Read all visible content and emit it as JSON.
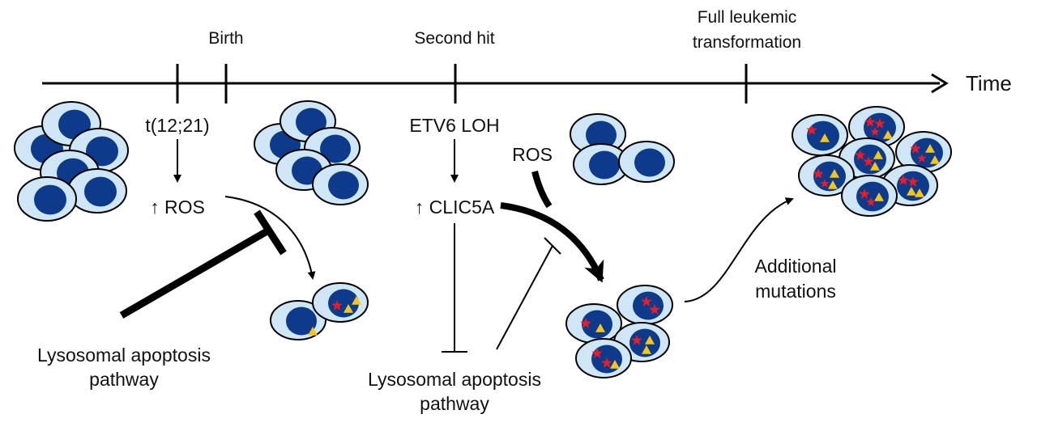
{
  "timeline": {
    "axis_label": "Time",
    "events": [
      {
        "id": "prenatal",
        "label": ""
      },
      {
        "id": "birth",
        "label": "Birth"
      },
      {
        "id": "second-hit",
        "label": "Second hit"
      },
      {
        "id": "full-transformation",
        "label_line1": "Full leukemic",
        "label_line2": "transformation"
      }
    ]
  },
  "labels": {
    "translocation": "t(12;21)",
    "ros_increase": "↑ ROS",
    "etv6_loh": "ETV6 LOH",
    "clic5a_increase": "↑ CLIC5A",
    "ros": "ROS",
    "additional_mutations_line1": "Additional",
    "additional_mutations_line2": "mutations",
    "lysosomal_pathway_1_line1": "Lysosomal apoptosis",
    "lysosomal_pathway_1_line2": "pathway",
    "lysosomal_pathway_2_line1": "Lysosomal apoptosis",
    "lysosomal_pathway_2_line2": "pathway"
  },
  "colors": {
    "cell_fill": "#cfe6f7",
    "nucleus_fill": "#0d3a8a",
    "mutation_star": "#ee1c25",
    "mutation_triangle": "#f5c518",
    "line": "#000000"
  }
}
